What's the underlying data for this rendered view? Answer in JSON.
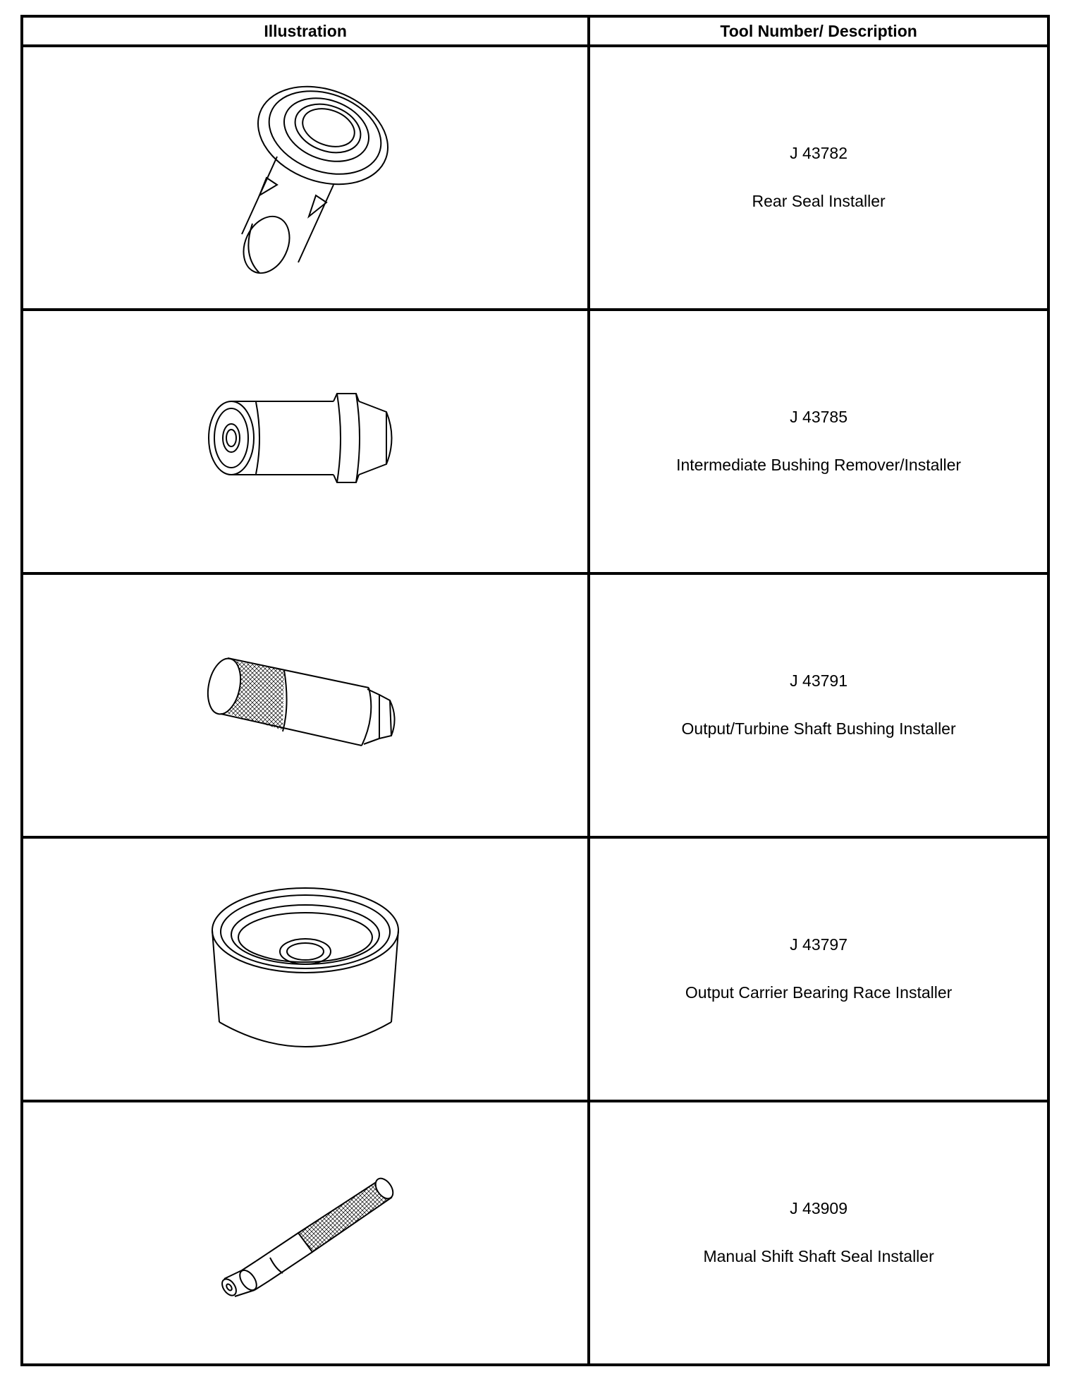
{
  "table": {
    "headers": {
      "illustration": "Illustration",
      "description": "Tool Number/ Description"
    },
    "rows": [
      {
        "number": "J 43782",
        "description": "Rear Seal Installer",
        "icon": "rear-seal-installer-illustration"
      },
      {
        "number": "J 43785",
        "description": "Intermediate Bushing Remover/Installer",
        "icon": "intermediate-bushing-tool-illustration"
      },
      {
        "number": "J 43791",
        "description": "Output/Turbine Shaft Bushing Installer",
        "icon": "shaft-bushing-installer-illustration"
      },
      {
        "number": "J 43797",
        "description": "Output Carrier Bearing Race Installer",
        "icon": "bearing-race-installer-illustration"
      },
      {
        "number": "J 43909",
        "description": "Manual Shift Shaft Seal Installer",
        "icon": "shift-shaft-seal-installer-illustration"
      }
    ]
  }
}
